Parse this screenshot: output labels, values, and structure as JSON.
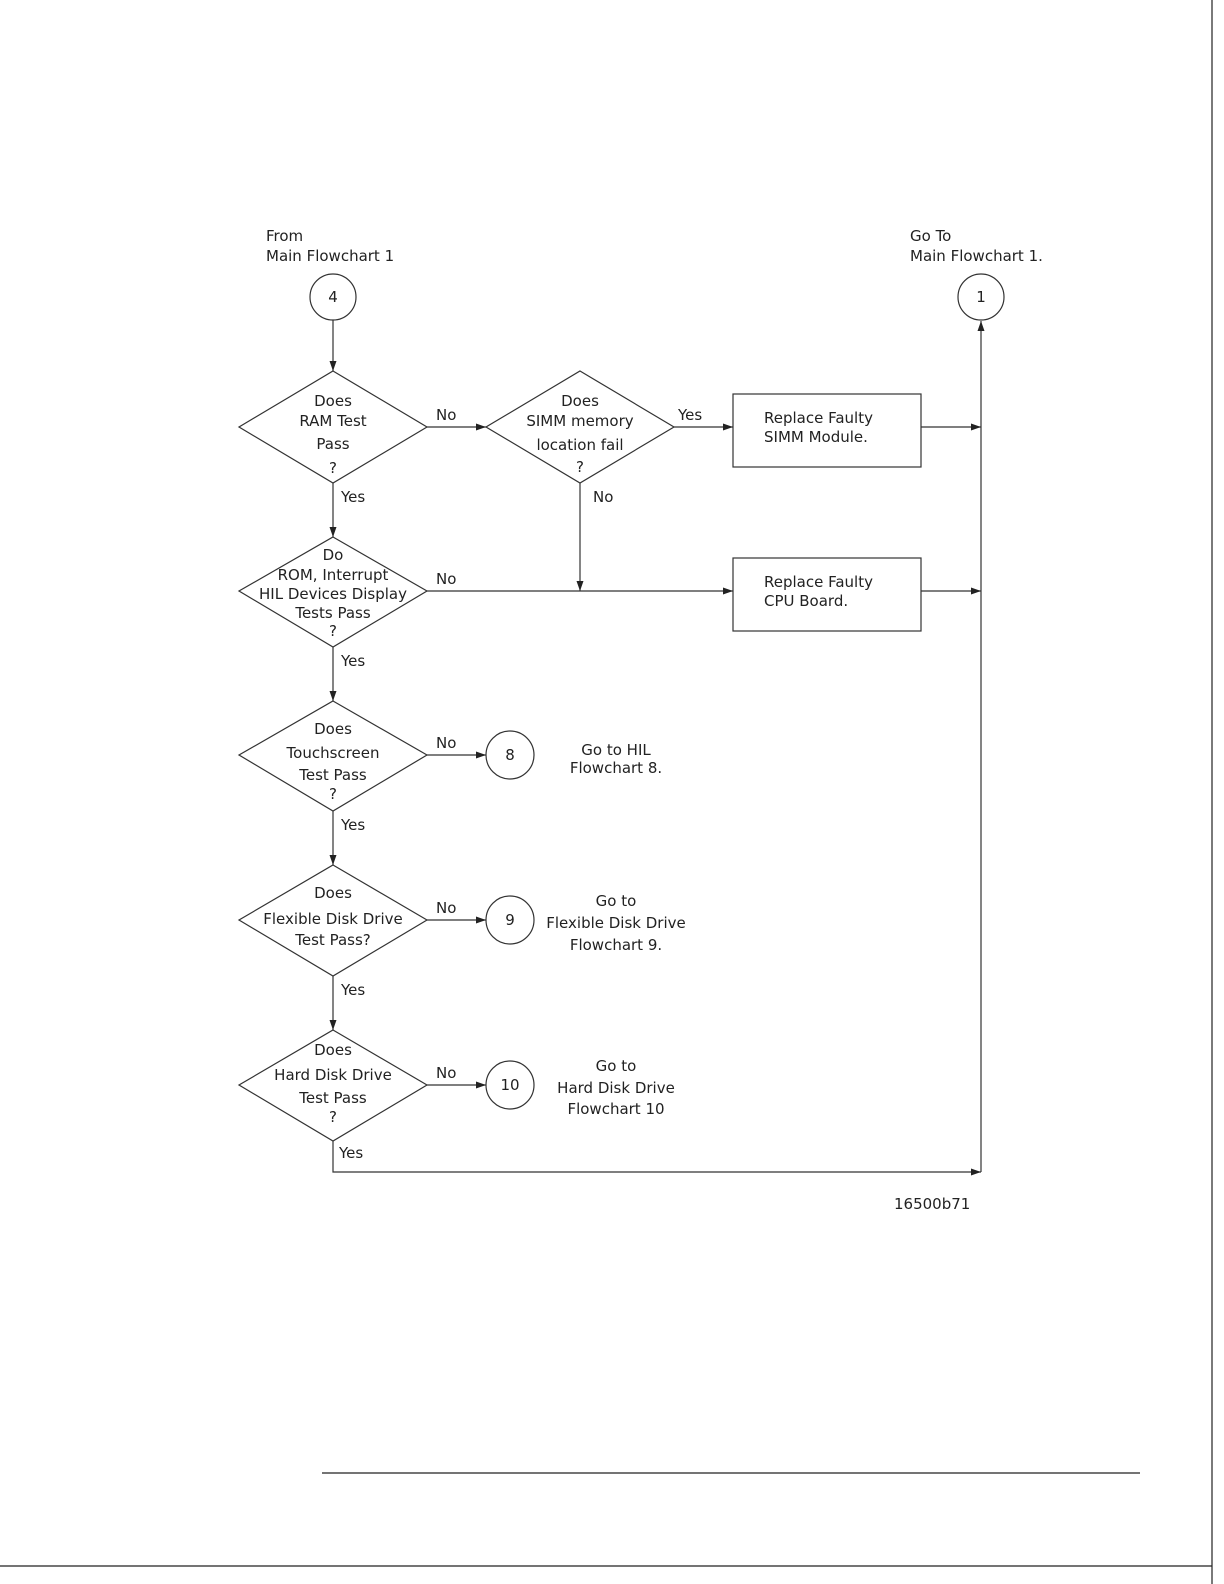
{
  "connectors": {
    "from": {
      "number": "4",
      "caption_lines": [
        "From",
        "Main Flowchart 1"
      ]
    },
    "to": {
      "number": "1",
      "caption_lines": [
        "Go To",
        "Main Flowchart 1."
      ]
    }
  },
  "decisions": {
    "ram": [
      "Does",
      "RAM Test",
      "Pass",
      "?"
    ],
    "simm": [
      "Does",
      "SIMM memory",
      "location fail",
      "?"
    ],
    "rom": [
      "Do",
      "ROM, Interrupt",
      "HIL Devices Display",
      "Tests Pass",
      "?"
    ],
    "touch": [
      "Does",
      "Touchscreen",
      "Test Pass",
      "?"
    ],
    "flex": [
      "Does",
      "Flexible Disk Drive",
      "Test Pass?"
    ],
    "hard": [
      "Does",
      "Hard Disk Drive",
      "Test Pass",
      "?"
    ]
  },
  "actions": {
    "simm_replace": [
      "Replace Faulty",
      "SIMM Module."
    ],
    "cpu_replace": [
      "Replace Faulty",
      "CPU Board."
    ]
  },
  "offpage": {
    "hil": {
      "number": "8",
      "caption_lines": [
        "Go to HIL",
        "Flowchart 8."
      ]
    },
    "flex": {
      "number": "9",
      "caption_lines": [
        "Go to",
        "Flexible Disk Drive",
        "Flowchart 9."
      ]
    },
    "hard": {
      "number": "10",
      "caption_lines": [
        "Go to",
        "Hard Disk Drive",
        "Flowchart 10"
      ]
    }
  },
  "edge_labels": {
    "yes": "Yes",
    "no": "No"
  },
  "figure_id": "16500b71"
}
